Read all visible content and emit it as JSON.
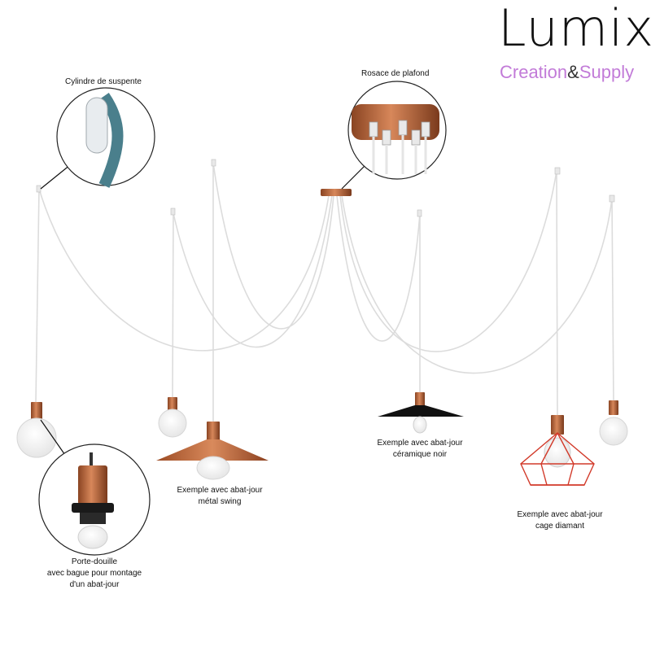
{
  "brand": {
    "name": "Lumix",
    "tagline_left": "Creation",
    "tagline_amp": "&",
    "tagline_right": "Supply"
  },
  "callouts": {
    "suspension_cylinder": "Cylindre de suspente",
    "ceiling_rose": "Rosace de plafond",
    "socket_holder_line1": "Porte-douille",
    "socket_holder_line2": "avec bague pour montage",
    "socket_holder_line3": "d'un abat-jour"
  },
  "examples": {
    "metal_swing_line1": "Exemple avec abat-jour",
    "metal_swing_line2": "métal swing",
    "ceramic_black_line1": "Exemple avec abat-jour",
    "ceramic_black_line2": "céramique noir",
    "diamond_cage_line1": "Exemple avec abat-jour",
    "diamond_cage_line2": "cage diamant"
  },
  "colors": {
    "copper": "#b8643a",
    "cage_red": "#d23a2a",
    "cable": "#dcdcdc",
    "brand_purple": "#c27bd8"
  }
}
